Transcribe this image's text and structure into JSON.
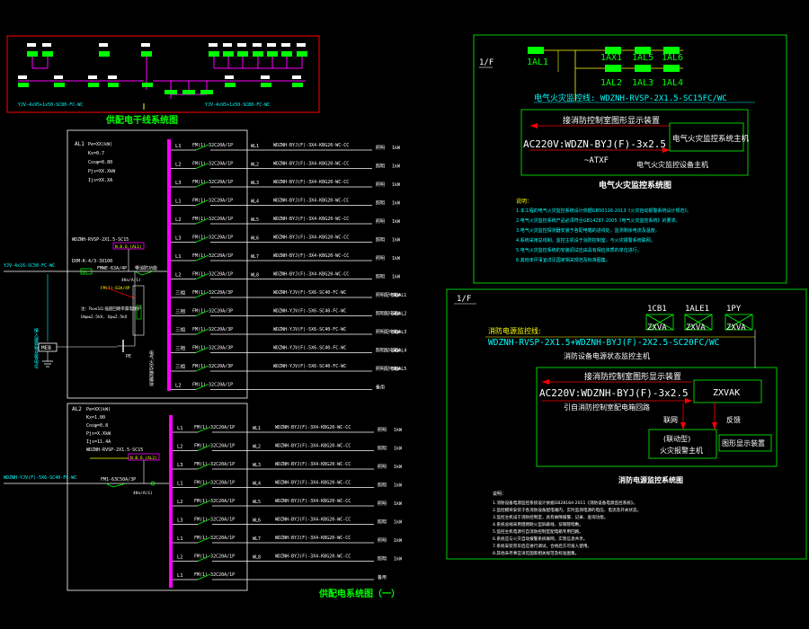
{
  "colors": {
    "background": "#000000",
    "wire": "#ffffff",
    "bus": "#ff00ff",
    "green": "#00ff00",
    "cyan": "#00ffff",
    "yellow": "#ffff00",
    "red": "#ff0000",
    "frame": "#00ff00"
  },
  "system_frame": {
    "label_left": "YJV-4x95+1x50-SC80-FC-WC",
    "label_right": "YJV-4x95+1x50-SC80-FC-WC"
  },
  "title_system": "供配电干线系统图",
  "panel1": {
    "name": "AL1",
    "params": [
      "Pe=XX(kW)",
      "Kx=0.7",
      "Cosφ=0.80",
      "Pjs=XX.XkW",
      "Ijs=XX.XA"
    ],
    "feeder_note": "WDZNH-RVSP-2X1.5-SC15",
    "module_note": "DXM-K-4/3-3X100",
    "module_box": "N.B.O.(AL1)",
    "incoming": "YJV-4x16-SC50-FC-WC",
    "main_switch": "FMWE-63A/4P",
    "fire_label": "带消防功能",
    "cpu_text": "4Kn/A(S)",
    "breaker_text": "FM(1)-63A/4P",
    "fault_note": "注：Ru≤1Ω 插座回路带漏电保护",
    "voltage_note": "Ump≤2.5kV, Up≤2.5kV",
    "meb": "MEB",
    "pe": "PE",
    "riser": "接入建筑物总等电位",
    "vertical_label": "电气火灾监控模块",
    "circuits": [
      {
        "phase": "L1",
        "breaker": "FM(1)-32C20A/1P",
        "num": "WL1",
        "cable": "WDZNH-BYJ(F)-3X4-KBG20-WC-CC",
        "use": "照明",
        "kw": "1kW"
      },
      {
        "phase": "L2",
        "breaker": "FM(1)-32C20A/1P",
        "num": "WL2",
        "cable": "WDZNH-BYJ(F)-3X4-KBG20-WC-CC",
        "use": "照明",
        "kw": "1kW"
      },
      {
        "phase": "L3",
        "breaker": "FM(1)-32C20A/1P",
        "num": "WL3",
        "cable": "WDZNH-BYJ(F)-3X4-KBG20-WC-CC",
        "use": "照明",
        "kw": "1kW"
      },
      {
        "phase": "L1",
        "breaker": "FM(1)-32C20A/1P",
        "num": "WL4",
        "cable": "WDZNH-BYJ(F)-3X4-KBG20-WC-CC",
        "use": "照明",
        "kw": "1kW"
      },
      {
        "phase": "L2",
        "breaker": "FM(1)-32C20A/1P",
        "num": "WL5",
        "cable": "WDZNH-BYJ(F)-3X4-KBG20-WC-CC",
        "use": "照明",
        "kw": "1kW"
      },
      {
        "phase": "L3",
        "breaker": "FM(1)-32C20A/1P",
        "num": "WL6",
        "cable": "WDZNH-BYJ(F)-3X4-KBG20-WC-CC",
        "use": "照明",
        "kw": "1kW"
      },
      {
        "phase": "L1",
        "breaker": "FM(1)-32C20A/1P",
        "num": "WL7",
        "cable": "WDZNH-BYJ(F)-3X4-KBG20-WC-CC",
        "use": "照明",
        "kw": "1kW"
      },
      {
        "phase": "L2",
        "breaker": "FM(1)-32C20A/1P",
        "num": "WL8",
        "cable": "WDZNH-BYJ(F)-3X4-KBG20-WC-CC",
        "use": "照明",
        "kw": "1kW"
      },
      {
        "phase": "三相",
        "breaker": "FM(1)-32C20A/3P",
        "num": "",
        "cable": "WDZNH-YJV(F)-5X6-SC40-FC-WC",
        "use": "照明配电箱AL1",
        "kw": "5kW"
      },
      {
        "phase": "三相",
        "breaker": "FM(1)-32C20A/3P",
        "num": "",
        "cable": "WDZNH-YJV(F)-5X6-SC40-FC-WC",
        "use": "照明配电箱AL2",
        "kw": "5kW"
      },
      {
        "phase": "三相",
        "breaker": "FM(1)-32C20A/3P",
        "num": "",
        "cable": "WDZNH-YJV(F)-5X6-SC40-FC-WC",
        "use": "照明配电箱AL3",
        "kw": "5kW"
      },
      {
        "phase": "三相",
        "breaker": "FM(1)-32C20A/3P",
        "num": "",
        "cable": "WDZNH-YJV(F)-5X6-SC40-FC-WC",
        "use": "照明配电箱AL4",
        "kw": "5kW"
      },
      {
        "phase": "三相",
        "breaker": "FM(1)-32C20A/3P",
        "num": "",
        "cable": "WDZNH-YJV(F)-5X6-SC40-FC-WC",
        "use": "照明配电箱AL5",
        "kw": "5kW"
      },
      {
        "phase": "L2",
        "breaker": "FM(1)-32C20A/1P",
        "num": "",
        "cable": "",
        "use": "备用",
        "kw": ""
      }
    ]
  },
  "panel2": {
    "name": "AL2",
    "params": [
      "Pe=XX(kW)",
      "Kx=1.00",
      "Cosφ=0.8",
      "Pjs=X.XkW",
      "Ijs=11.4A"
    ],
    "feeder_note": "WDZNH-RVSP-2X1.5-SC15",
    "module_box": "N.B.O.(AL2)",
    "incoming": "WDZNH-YJV(F)-5X6-SC40-FC-WC",
    "main_switch": "FM1-63C50A/3P",
    "cpu_text": "4Kn/A(S)",
    "circuits": [
      {
        "phase": "L1",
        "breaker": "FM(1)-32C20A/1P",
        "num": "WL1",
        "cable": "WDZNH-BYJ(F)-3X4-KBG20-WC-CC",
        "use": "照明",
        "kw": "1kW"
      },
      {
        "phase": "L2",
        "breaker": "FM(1)-32C20A/1P",
        "num": "WL2",
        "cable": "WDZNH-BYJ(F)-3X4-KBG20-WC-CC",
        "use": "照明",
        "kw": "1kW"
      },
      {
        "phase": "L3",
        "breaker": "FM(1)-32C20A/1P",
        "num": "WL3",
        "cable": "WDZNH-BYJ(F)-3X4-KBG20-WC-CC",
        "use": "照明",
        "kw": "1kW"
      },
      {
        "phase": "L1",
        "breaker": "FM(1)-32C20A/1P",
        "num": "WL4",
        "cable": "WDZNH-BYJ(F)-3X4-KBG20-WC-CC",
        "use": "照明",
        "kw": "1kW"
      },
      {
        "phase": "L2",
        "breaker": "FM(1)-32C20A/1P",
        "num": "WL5",
        "cable": "WDZNH-BYJ(F)-3X4-KBG20-WC-CC",
        "use": "照明",
        "kw": "1kW"
      },
      {
        "phase": "L3",
        "breaker": "FM(1)-32C20A/1P",
        "num": "WL6",
        "cable": "WDZNH-BYJ(F)-3X4-KBG20-WC-CC",
        "use": "照明",
        "kw": "1kW"
      },
      {
        "phase": "L1",
        "breaker": "FM(1)-32C20A/1P",
        "num": "WL7",
        "cable": "WDZNH-BYJ(F)-3X4-KBG20-WC-CC",
        "use": "照明",
        "kw": "1kW"
      },
      {
        "phase": "L2",
        "breaker": "FM(1)-32C20A/1P",
        "num": "WL8",
        "cable": "WDZNH-BYJ(F)-3X4-KBG20-WC-CC",
        "use": "照明",
        "kw": "1kW"
      },
      {
        "phase": "L1",
        "breaker": "FM(1)-32C20A/1P",
        "num": "",
        "cable": "",
        "use": "备用",
        "kw": ""
      }
    ]
  },
  "title_panels": "供配电系统图（一）",
  "fire_alarm": {
    "floor": "1/F",
    "modules": [
      "1AL1",
      "1AX1",
      "1AL5",
      "1AL6",
      "1AL2",
      "1AL3",
      "1AL4"
    ],
    "bus_note": "电气火灾监控线: WDZNH-RVSP-2X1.5-SC15FC/WC",
    "ctrl_title": "接消防控制室图形显示装置",
    "supply": "AC220V:WDZN-BYJ(F)-3x2.5",
    "atxf": "~ATXF",
    "host": "电气火灾监控系统主机",
    "device": "电气火灾监控设备主机",
    "title": "电气火灾监控系统图",
    "notes_title": "说明：",
    "notes": [
      "1.本工程的电气火灾监控系统设计依据GB50116-2013《火灾自动报警系统设计规范》。",
      "2.电气火灾监控系统产品必须符合GB14287-2005《电气火灾监控系统》的要求。",
      "3.电气火灾监控探测器安装于各配电箱的进线处，监测剩余电流及温度。",
      "4.系统采用总线制，监控主机设于消防控制室，与火灾报警系统联网。",
      "5.电气火灾监控系统的安装调试应由具有相应资质的单位进行。",
      "6.其他未尽事宜详见国家相关规范及标准图集。"
    ]
  },
  "power_monitor": {
    "floor": "1/F",
    "modules": [
      "1CB1",
      "1ALE1",
      "1PY"
    ],
    "module_type": "ZXVA",
    "bus_note": "消防电源监控线:",
    "cable": "WDZNH-RVSP-2X1.5+WDZNH-BYJ(F)-2X2.5-SC20FC/WC",
    "subtitle": "消防设备电源状态监控主机",
    "ctrl_title": "接消防控制室图形显示装置",
    "supply": "AC220V:WDZNH-BYJ(F)-3x2.5",
    "relay": "引自消防控制室配电箱回路",
    "host": "ZXVAK",
    "link": "联网",
    "feedback": "反馈",
    "alarm_host_1": "(联动型)",
    "alarm_host_2": "火灾报警主机",
    "display": "图形显示装置",
    "title": "消防电源监控系统图",
    "notes_title": "说明：",
    "notes": [
      "1.消防设备电源监控系统设计依据GB28184-2011《消防设备电源监控系统》。",
      "2.监控模块安装于各消防设备配电箱内，实时监测电源的电压、电流及开关状态。",
      "3.监控主机设于消防控制室，具有故障报警、记录、查询功能。",
      "4.系统总线采用阻燃耐火型屏蔽线，穿钢管暗敷。",
      "5.监控主机电源引自消防控制室配电箱专用回路。",
      "6.系统应与火灾自动报警系统联网，实现信息共享。",
      "7.系统安装完毕后应进行调试，合格后方可投入使用。",
      "8.其他未尽事宜详见国家相关规范及标准图集。"
    ]
  }
}
